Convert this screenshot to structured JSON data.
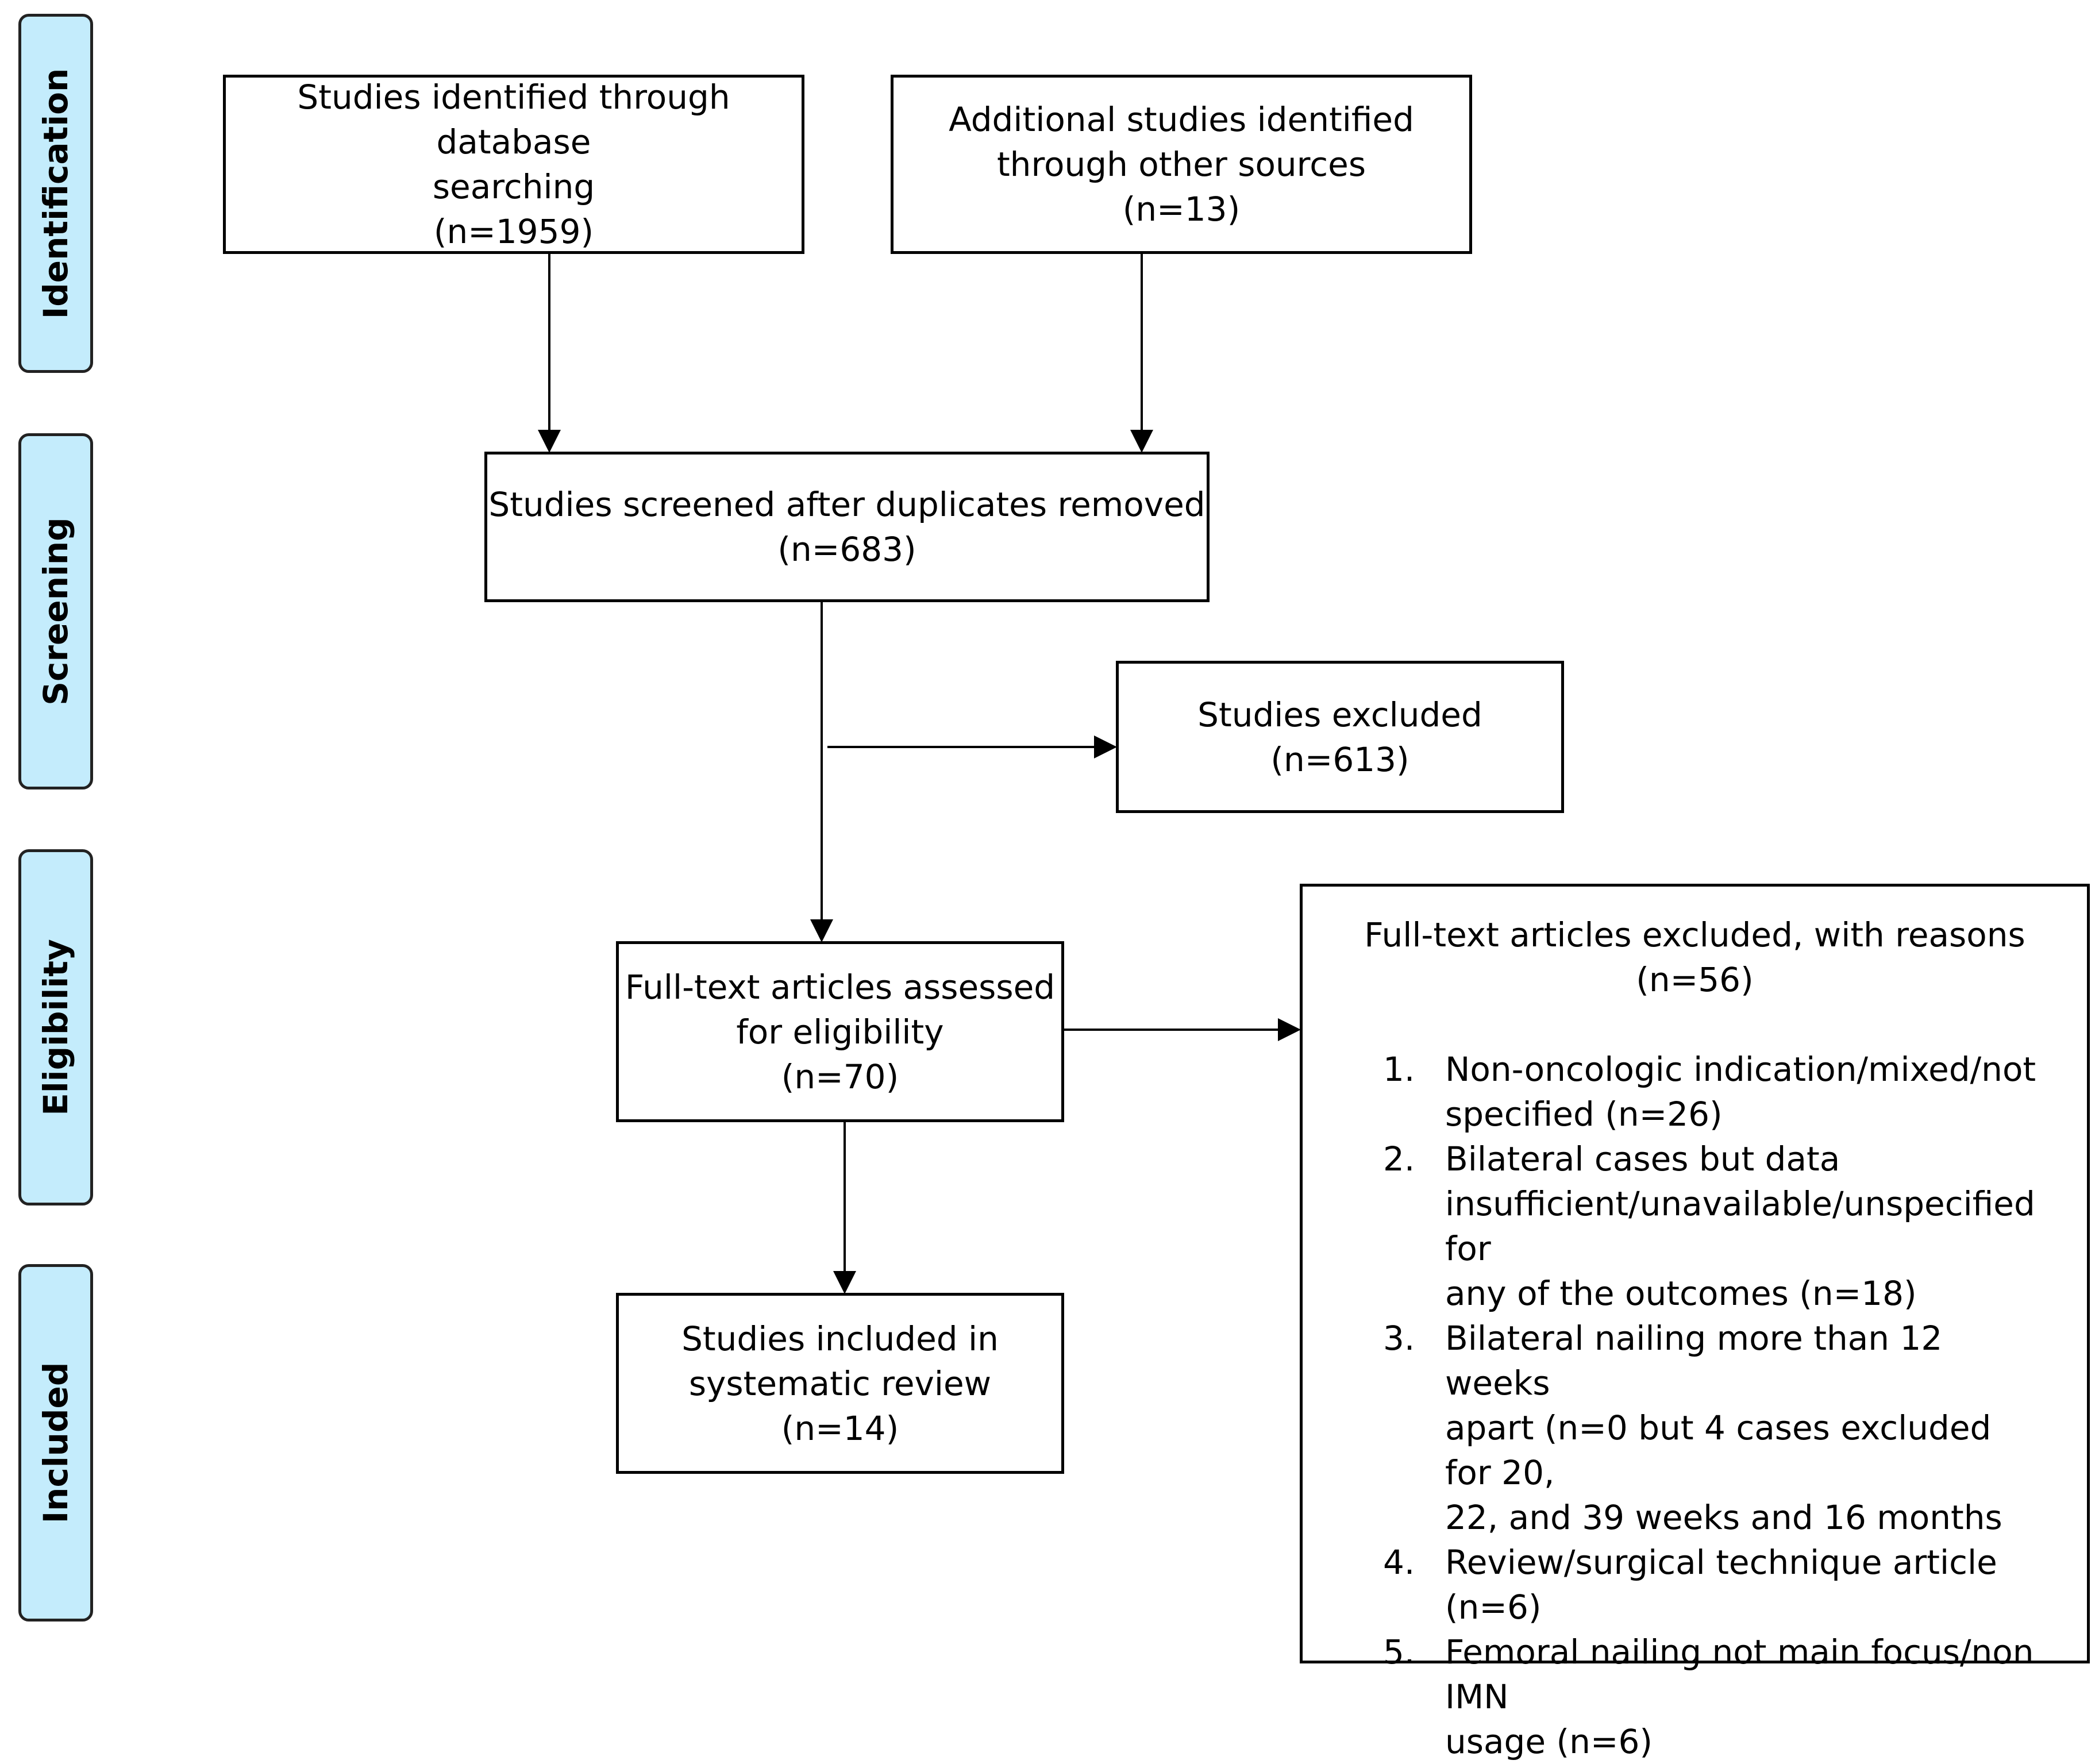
{
  "phases": [
    "Identification",
    "Screening",
    "Eligibility",
    "Included"
  ],
  "boxes": {
    "database": [
      "Studies identified through database",
      "searching",
      "(n=1959)"
    ],
    "other": [
      "Additional studies identified",
      "through other sources",
      "(n=13)"
    ],
    "screened": [
      "Studies screened after duplicates removed",
      "(n=683)"
    ],
    "excluded": [
      "Studies excluded",
      "(n=613)"
    ],
    "fulltext": [
      "Full-text articles assessed",
      "for eligibility",
      "(n=70)"
    ],
    "included": [
      "Studies included in",
      "systematic review",
      "(n=14)"
    ]
  },
  "fulltext_excluded": {
    "heading": [
      "Full-text articles excluded, with reasons",
      "(n=56)"
    ],
    "reasons": [
      {
        "num": "1.",
        "lines": [
          "Non-oncologic indication/mixed/not",
          "specified (n=26)"
        ]
      },
      {
        "num": "2.",
        "lines": [
          "Bilateral cases but data",
          "insufficient/unavailable/unspecified for",
          "any of the outcomes (n=18)"
        ]
      },
      {
        "num": "3.",
        "lines": [
          "Bilateral nailing more than 12 weeks",
          "apart (n=0 but 4 cases excluded for 20,",
          "22, and 39 weeks and 16 months"
        ]
      },
      {
        "num": "4.",
        "lines": [
          "Review/surgical technique article (n=6)"
        ]
      },
      {
        "num": "5.",
        "lines": [
          "Femoral nailing not main focus/non IMN",
          "usage (n=6)"
        ]
      }
    ]
  }
}
